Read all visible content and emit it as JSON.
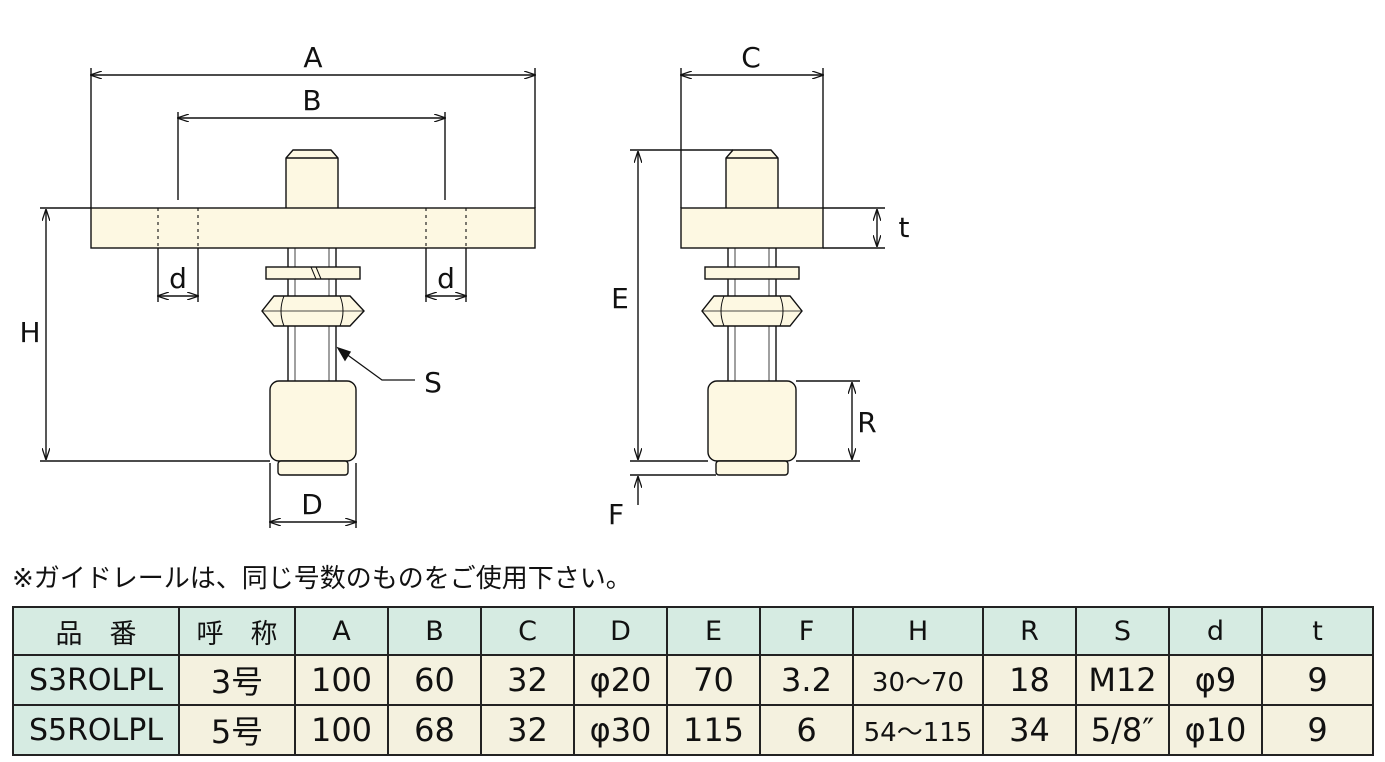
{
  "drawing": {
    "labels": {
      "A": "A",
      "B": "B",
      "C": "C",
      "D": "D",
      "E": "E",
      "F": "F",
      "H": "H",
      "R": "R",
      "S": "S",
      "t": "t",
      "d": "d"
    },
    "line_color": "#111111",
    "part_fill": "#fdf8e2"
  },
  "note": "※ガイドレールは、同じ号数のものをご使用下さい。",
  "table": {
    "header_bg": "#d6ebe2",
    "cell_bg": "#f4f1df",
    "headers": [
      "品　番",
      "呼　称",
      "A",
      "B",
      "C",
      "D",
      "E",
      "F",
      "H",
      "R",
      "S",
      "d",
      "t"
    ],
    "rows": [
      [
        "S3ROLPL",
        "3号",
        "100",
        "60",
        "32",
        "φ20",
        "70",
        "3.2",
        "30〜70",
        "18",
        "M12",
        "φ9",
        "9"
      ],
      [
        "S5ROLPL",
        "5号",
        "100",
        "68",
        "32",
        "φ30",
        "115",
        "6",
        "54〜115",
        "34",
        "5/8″",
        "φ10",
        "9"
      ]
    ]
  }
}
